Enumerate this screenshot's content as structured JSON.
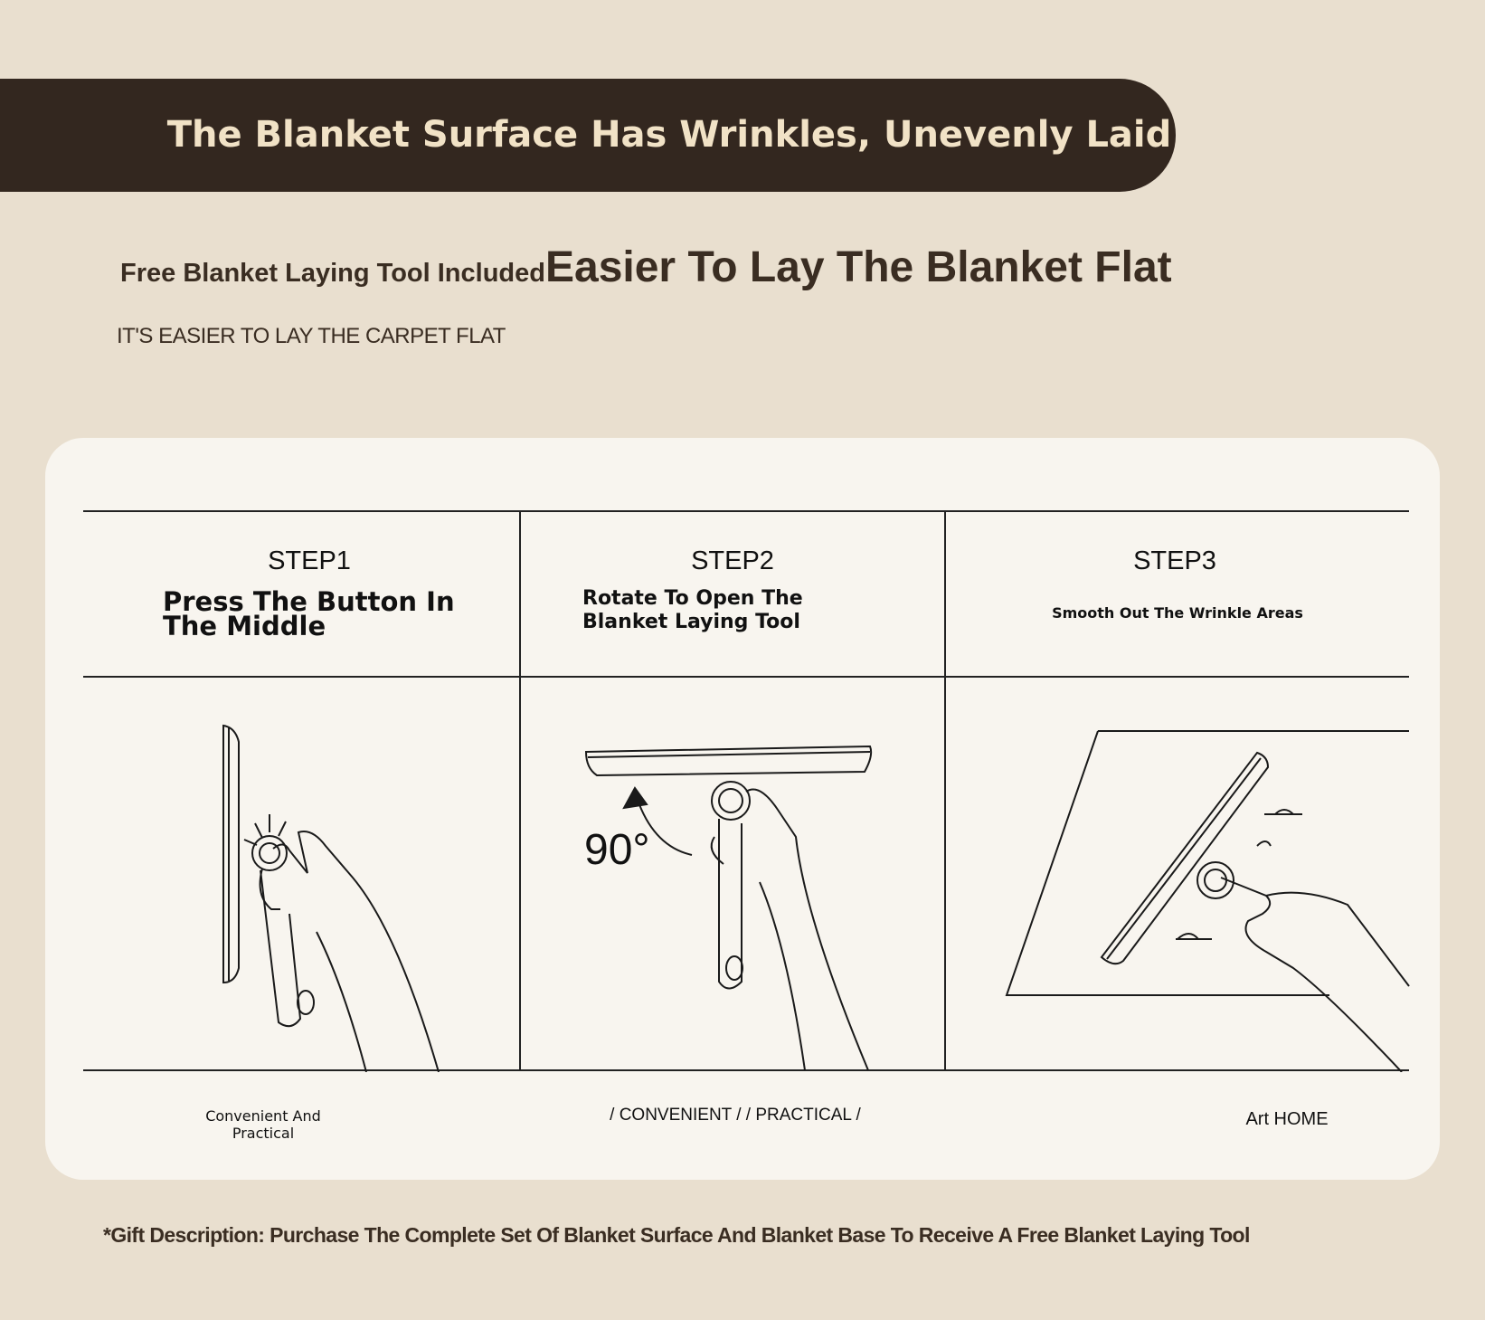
{
  "banner": {
    "title": "The Blanket Surface Has Wrinkles, Unevenly Laid"
  },
  "intro": {
    "tag": "Free Blanket Laying Tool Included",
    "headline": "Easier To Lay The Blanket Flat",
    "subtitle": "IT'S EASIER TO LAY THE CARPET FLAT"
  },
  "steps": [
    {
      "label": "STEP1",
      "description": "Press The Button In The Middle"
    },
    {
      "label": "STEP2",
      "description": "Rotate To Open The Blanket Laying Tool",
      "angle_label": "90°"
    },
    {
      "label": "STEP3",
      "description": "Smooth Out The Wrinkle Areas"
    }
  ],
  "footer": {
    "left": "Convenient And Practical",
    "center": "/ CONVENIENT / / PRACTICAL /",
    "right": "Art HOME"
  },
  "gift_note": "*Gift Description: Purchase The Complete Set Of Blanket Surface And Blanket Base To Receive A Free Blanket Laying Tool"
}
